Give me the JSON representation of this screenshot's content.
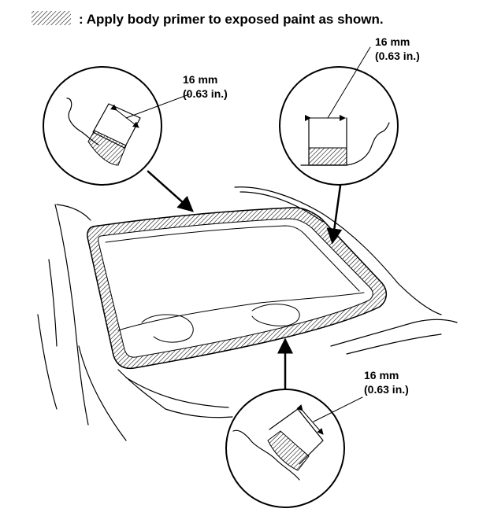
{
  "legend": {
    "text": ": Apply body primer to exposed paint as shown."
  },
  "callouts": {
    "upper_left": {
      "mm": "16 mm",
      "inch": "(0.63 in.)"
    },
    "upper_right": {
      "mm": "16 mm",
      "inch": "(0.63 in.)"
    },
    "lower": {
      "mm": "16 mm",
      "inch": "(0.63 in.)"
    }
  }
}
